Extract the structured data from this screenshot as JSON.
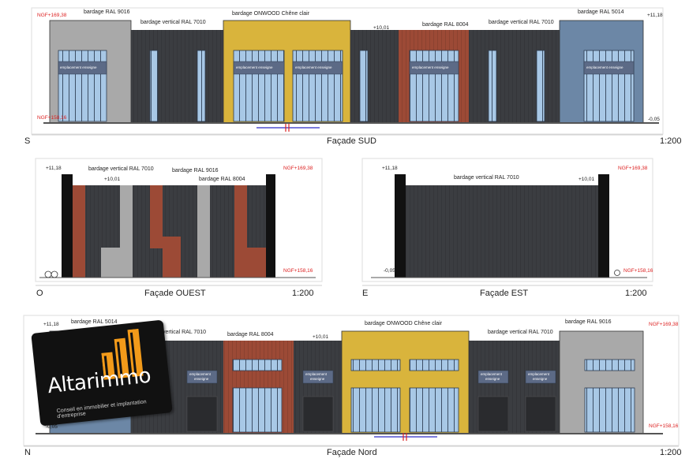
{
  "sud": {
    "labels": {
      "b9016": "bardage RAL 9016",
      "bv7010a": "bardage vertical RAL 7010",
      "onwood": "bardage ONWOOD Chêne clair",
      "b8004": "bardage RAL 8004",
      "bv7010b": "bardage vertical RAL 7010",
      "b5014": "bardage RAL 5014"
    },
    "levels": {
      "ngf_top": "NGF+169,38",
      "ngf_bottom": "NGF+158,16",
      "l1118": "+11,18",
      "l1001": "+10,01",
      "lm005": "-0,05"
    },
    "enseigne": "emplacement enseigne",
    "orientation": "S",
    "title": "Façade SUD",
    "scale": "1:200"
  },
  "ouest": {
    "labels": {
      "bv7010": "bardage vertical RAL 7010",
      "b9016": "bardage RAL 9016",
      "b8004": "bardage RAL 8004"
    },
    "levels": {
      "l1118": "+11,18",
      "l1001": "+10,01",
      "ngf_top": "NGF+169,38",
      "ngf_bottom": "NGF+158,16"
    },
    "orientation": "O",
    "title": "Façade OUEST",
    "scale": "1:200"
  },
  "est": {
    "labels": {
      "bv7010": "bardage vertical RAL 7010"
    },
    "levels": {
      "l1118": "+11,18",
      "l1001": "+10,01",
      "ngf_top": "NGF+169,38",
      "ngf_bottom": "NGF+158,16",
      "lm005": "-0,05"
    },
    "orientation": "E",
    "title": "Façade EST",
    "scale": "1:200"
  },
  "nord": {
    "labels": {
      "b5014": "bardage RAL 5014",
      "bv7010a": "vertical RAL 7010",
      "b8004": "bardage RAL 8004",
      "onwood": "bardage ONWOOD Chêne clair",
      "bv7010b": "bardage vertical RAL 7010",
      "b9016": "bardage RAL 9016"
    },
    "levels": {
      "l1118": "+11,18",
      "l1001": "+10,01",
      "ngf_top": "NGF+169,38",
      "ngf_bottom": "NGF+158,16",
      "lm005": "-0,05"
    },
    "enseigne_a": "emplacement",
    "enseigne_b": "enseigne",
    "orientation": "N",
    "title": "Façade Nord",
    "scale": "1:200"
  },
  "logo": {
    "brand": "Altarimmo",
    "tagline": "Conseil en immobilier et implantation d'entreprise",
    "bar_color": "#f29a1a"
  },
  "colors": {
    "grey9016": "#a9a9a9",
    "anthracite7010": "#3b3d41",
    "onwood": "#d9b43c",
    "red8004": "#9c4a36",
    "blue5014": "#6c87a6",
    "glass": "#a8c8e6",
    "level_red": "#d22222"
  }
}
